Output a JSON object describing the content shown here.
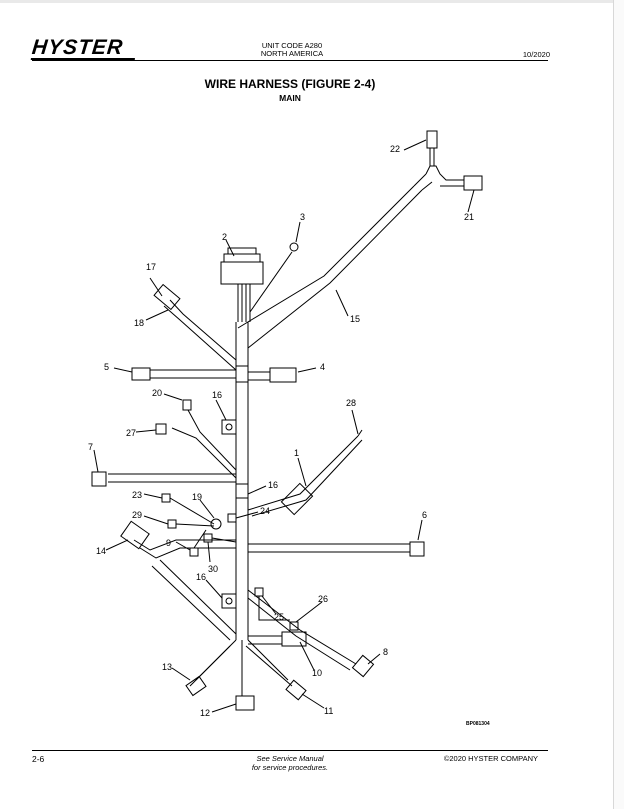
{
  "header": {
    "brand": "HYSTER",
    "unit_code": "UNIT CODE A280",
    "region": "NORTH AMERICA",
    "date": "10/2020"
  },
  "figure": {
    "title": "WIRE HARNESS (FIGURE 2-4)",
    "subtitle": "MAIN",
    "id": "BP081304",
    "callouts": [
      "1",
      "2",
      "3",
      "4",
      "5",
      "6",
      "7",
      "8",
      "9",
      "10",
      "11",
      "12",
      "13",
      "14",
      "15",
      "16",
      "16",
      "16",
      "17",
      "18",
      "19",
      "20",
      "21",
      "22",
      "23",
      "24",
      "25",
      "26",
      "27",
      "28",
      "29",
      "30"
    ]
  },
  "footer": {
    "page": "2-6",
    "note_line1": "See Service Manual",
    "note_line2": "for service procedures.",
    "copyright": "©2020 HYSTER COMPANY"
  },
  "colors": {
    "line": "#000000",
    "paper": "#ffffff"
  }
}
